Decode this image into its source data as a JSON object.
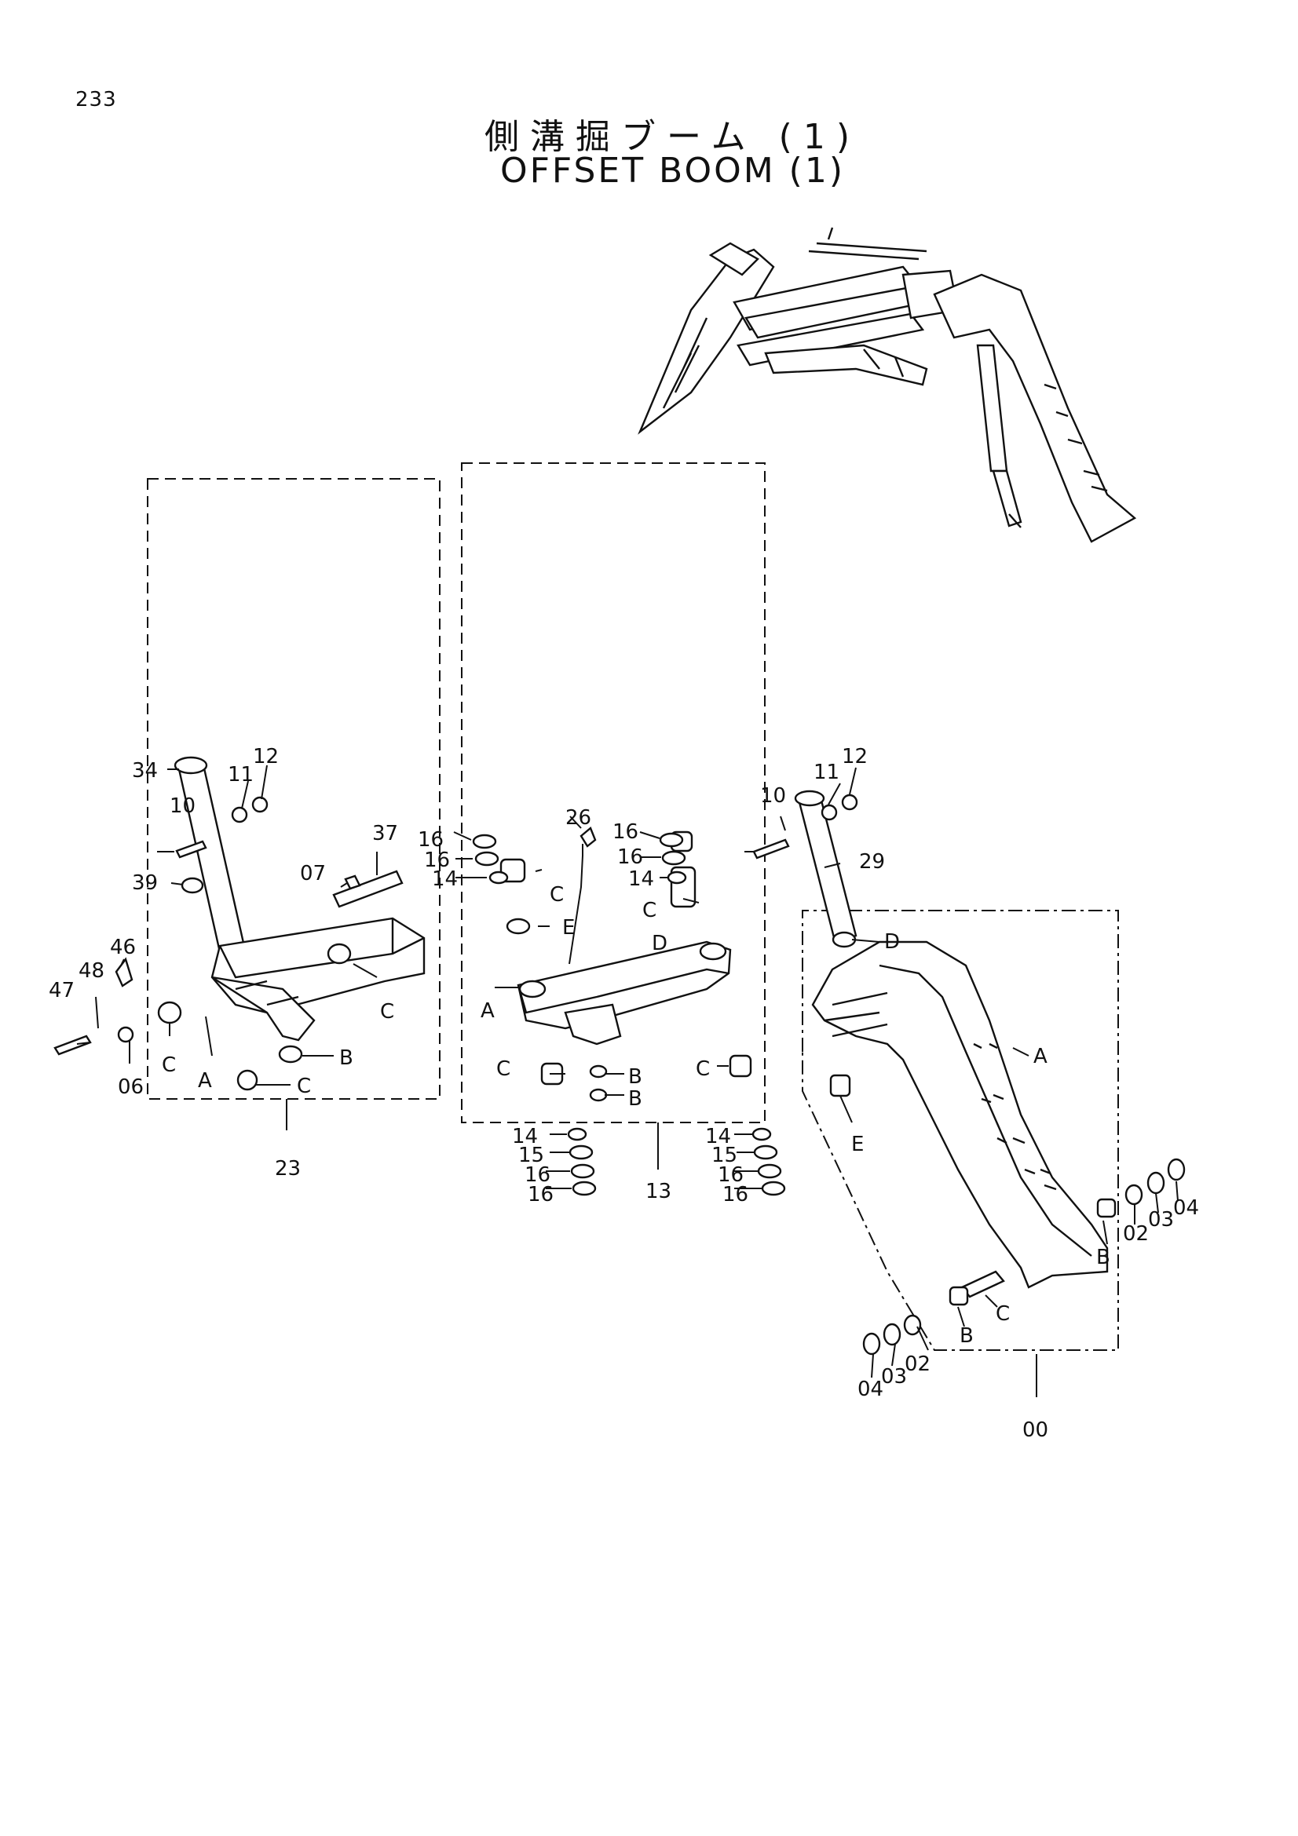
{
  "page_number": "233",
  "title_jp": "側溝掘ブーム (1)",
  "title_en": "OFFSET BOOM (1)",
  "callouts": {
    "p34": "34",
    "p11a": "11",
    "p12a": "12",
    "p10a": "10",
    "p37": "37",
    "p07": "07",
    "p39": "39",
    "p46": "46",
    "p48": "48",
    "p47": "47",
    "p06": "06",
    "p23": "23",
    "p26": "26",
    "p16a": "16",
    "p16b": "16",
    "p14a": "14",
    "p16c": "16",
    "p16d": "16",
    "p14b": "14",
    "p14c": "14",
    "p15a": "15",
    "p16e": "16",
    "p16f": "16",
    "p14d": "14",
    "p15b": "15",
    "p16g": "16",
    "p16h": "16",
    "p13": "13",
    "p10b": "10",
    "p11b": "11",
    "p12b": "12",
    "p29": "29",
    "p02a": "02",
    "p03a": "03",
    "p04a": "04",
    "p02b": "02",
    "p03b": "03",
    "p04b": "04",
    "p00": "00"
  },
  "letters": {
    "A": "A",
    "B": "B",
    "C": "C",
    "D": "D",
    "E": "E"
  }
}
